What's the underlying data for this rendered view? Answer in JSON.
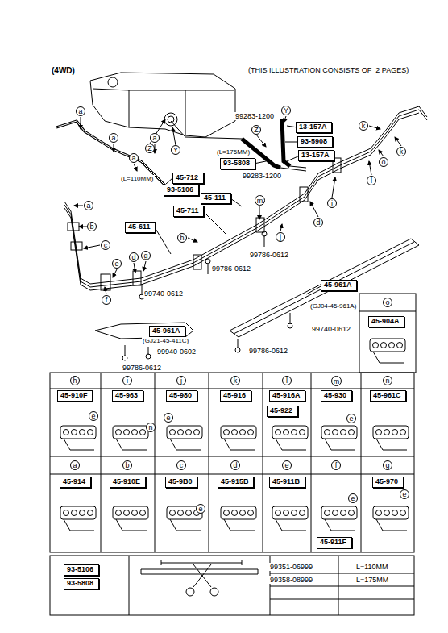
{
  "diagram": {
    "title": "(4WD)",
    "nodes": [
      {
        "text": [
          "a"
        ]
      },
      {
        "text": [
          "a"
        ]
      },
      {
        "text": [
          "a"
        ]
      },
      {
        "text": [
          "Z"
        ]
      },
      {
        "text": [
          "Y"
        ]
      },
      {
        "text": [
          "a"
        ]
      },
      {
        "text": [
          "Y"
        ]
      },
      {
        "text": [
          "Z"
        ]
      },
      {
        "text": [
          "13-157A"
        ]
      },
      {
        "text": [
          "93-5908"
        ]
      },
      {
        "text": [
          "93-5808"
        ]
      },
      {
        "text": [
          "13-157A"
        ]
      },
      {
        "text": [
          "k"
        ]
      },
      {
        "text": [
          "k"
        ]
      },
      {
        "text": [
          "o"
        ]
      },
      {
        "text": [
          "45-712"
        ]
      },
      {
        "text": [
          "93-5106"
        ]
      },
      {
        "text": [
          "45-111"
        ]
      },
      {
        "text": [
          "m"
        ]
      },
      {
        "text": [
          "l"
        ]
      },
      {
        "text": [
          "i"
        ]
      },
      {
        "text": [
          "45-711"
        ]
      },
      {
        "text": [
          "a"
        ]
      },
      {
        "text": [
          "b"
        ]
      },
      {
        "text": [
          "45-611"
        ]
      },
      {
        "text": [
          "d"
        ]
      },
      {
        "text": [
          "h"
        ]
      },
      {
        "text": [
          "j"
        ]
      },
      {
        "text": [
          "c"
        ]
      },
      {
        "text": [
          "e"
        ]
      },
      {
        "text": [
          "d"
        ]
      },
      {
        "text": [
          "g"
        ]
      },
      {
        "text": [
          "45-961A"
        ]
      },
      {
        "text": [
          "f"
        ]
      },
      {
        "text": [
          "o"
        ]
      },
      {
        "text": [
          "45-904A"
        ]
      },
      {
        "text": [
          "45-961A"
        ]
      },
      {
        "text": [
          "h"
        ]
      },
      {
        "text": [
          "45-910F"
        ]
      },
      {
        "text": [
          "i"
        ]
      },
      {
        "text": [
          "45-963"
        ]
      },
      {
        "text": [
          "j"
        ]
      },
      {
        "text": [
          "45-980"
        ]
      },
      {
        "text": [
          "k"
        ]
      },
      {
        "text": [
          "45-916"
        ]
      },
      {
        "text": [
          "l"
        ]
      },
      {
        "text": [
          "45-916A"
        ]
      },
      {
        "text": [
          "45-922"
        ]
      },
      {
        "text": [
          "m"
        ]
      },
      {
        "text": [
          "45-930"
        ]
      },
      {
        "text": [
          "n"
        ]
      },
      {
        "text": [
          "45-961C"
        ]
      },
      {
        "text": [
          "e"
        ]
      },
      {
        "text": [
          "n"
        ]
      },
      {
        "text": [
          "e"
        ]
      },
      {
        "text": [
          "e"
        ]
      },
      {
        "text": [
          "a"
        ]
      },
      {
        "text": [
          "45-914"
        ]
      },
      {
        "text": [
          "b"
        ]
      },
      {
        "text": [
          "45-910E"
        ]
      },
      {
        "text": [
          "c"
        ]
      },
      {
        "text": [
          "45-9B0"
        ]
      },
      {
        "text": [
          "d"
        ]
      },
      {
        "text": [
          "45-915B"
        ]
      },
      {
        "text": [
          "e"
        ]
      },
      {
        "text": [
          "45-911B"
        ]
      },
      {
        "text": [
          "f"
        ]
      },
      {
        "text": [
          "g"
        ]
      },
      {
        "text": [
          "45-970"
        ]
      },
      {
        "text": [
          "e"
        ]
      },
      {
        "text": [
          "e"
        ]
      },
      {
        "text": [
          "e"
        ]
      },
      {
        "text": [
          "45-911F"
        ]
      },
      {
        "text": [
          "93-5106"
        ]
      },
      {
        "text": [
          "93-5808"
        ]
      }
    ],
    "labels": [
      "(THIS ILLUSTRATION CONSISTS OF  2 PAGES)",
      "99283-1200",
      "(L=175MM)",
      "99283-1200",
      "(L=110MM)",
      "99786-0612",
      "99786-0612",
      "99740-0612",
      "(GJ04-45-961A)",
      "99740-0612",
      "(GJ21-45-411C)",
      "99940-0602",
      "99786-0612",
      "99786-0612",
      "99351-06999",
      "L=110MM",
      "99358-08999",
      "L=175MM"
    ]
  }
}
